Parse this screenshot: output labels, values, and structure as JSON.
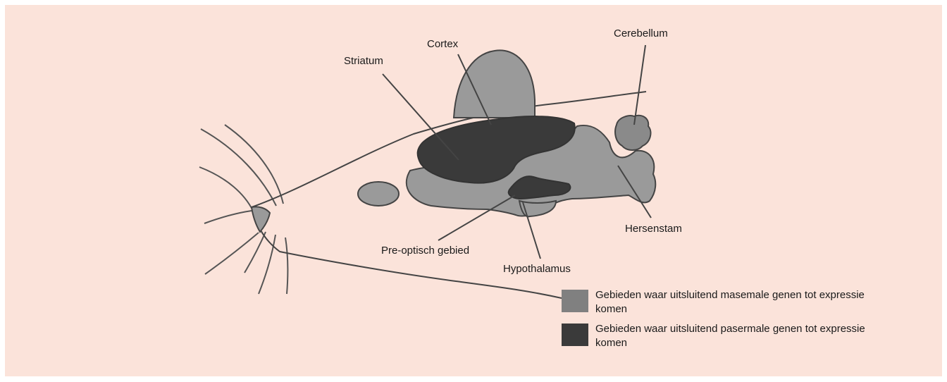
{
  "labels": {
    "cortex": "Cortex",
    "cerebellum": "Cerebellum",
    "striatum": "Striatum",
    "hersenstam": "Hersenstam",
    "preoptic": "Pre-optisch gebied",
    "hypothalamus": "Hypothalamus"
  },
  "legend": {
    "maternal": {
      "text": "Gebieden waar uitsluitend masemale genen tot expressie komen",
      "color": "#808080"
    },
    "paternal": {
      "text": "Gebieden waar uitsluitend pasermale genen tot expressie komen",
      "color": "#3a3a3a"
    }
  },
  "colors": {
    "background": "#fbe3da",
    "maternal_region": "#9a9a9a",
    "paternal_region": "#3a3a3a",
    "outline": "#444444"
  }
}
